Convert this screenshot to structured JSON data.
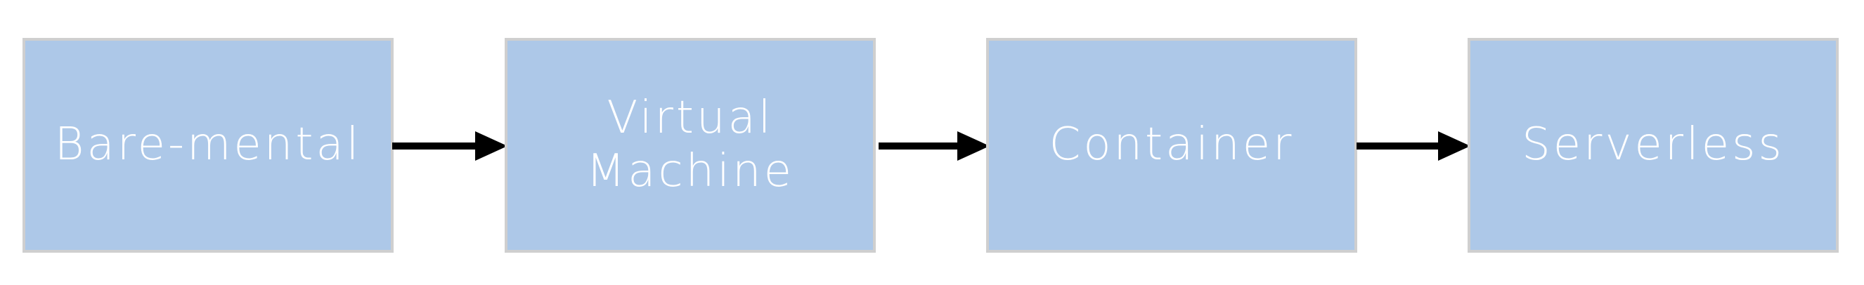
{
  "stages": [
    {
      "label": "Bare-mental"
    },
    {
      "label": "Virtual\nMachine"
    },
    {
      "label": "Container"
    },
    {
      "label": "Serverless"
    }
  ],
  "colors": {
    "box_fill": "#adc8e8",
    "box_border": "#cfcfcf",
    "label_text": "#ffffff",
    "arrow": "#000000"
  }
}
